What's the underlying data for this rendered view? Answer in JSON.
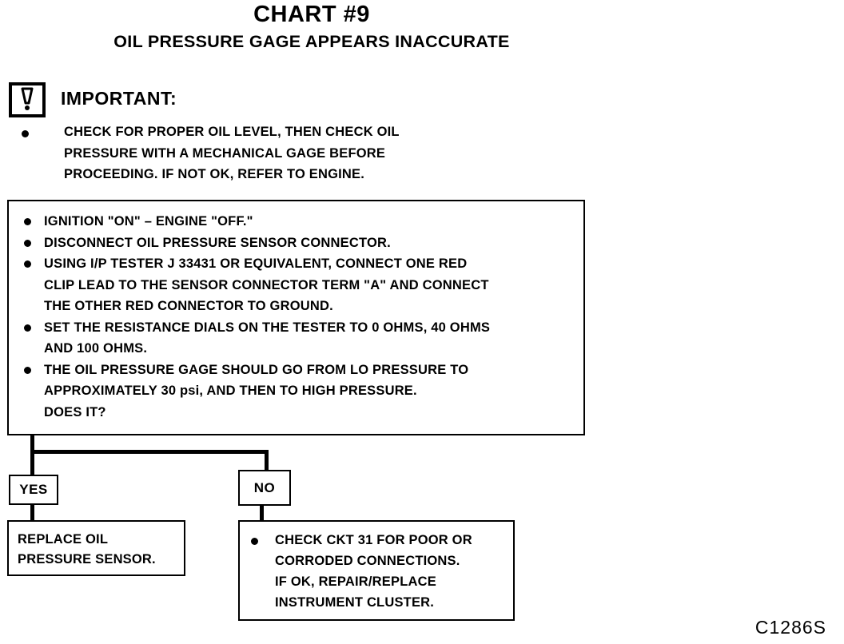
{
  "header": {
    "title": "CHART #9",
    "subtitle": "OIL PRESSURE GAGE APPEARS INACCURATE"
  },
  "important": {
    "icon": "exclamation-icon",
    "label": "IMPORTANT:",
    "lines": [
      "CHECK FOR PROPER OIL LEVEL, THEN CHECK OIL",
      "PRESSURE WITH A MECHANICAL GAGE BEFORE",
      "PROCEEDING.  IF NOT OK, REFER TO ENGINE."
    ]
  },
  "main_box": {
    "items": [
      {
        "lines": [
          "IGNITION \"ON\" – ENGINE \"OFF.\""
        ]
      },
      {
        "lines": [
          "DISCONNECT OIL PRESSURE SENSOR CONNECTOR."
        ]
      },
      {
        "lines": [
          "USING I/P TESTER J 33431 OR EQUIVALENT, CONNECT ONE RED",
          "CLIP LEAD TO THE SENSOR CONNECTOR TERM \"A\" AND CONNECT",
          "THE OTHER RED CONNECTOR TO GROUND."
        ]
      },
      {
        "lines": [
          "SET THE RESISTANCE DIALS ON THE TESTER TO 0 OHMS, 40 OHMS",
          "AND 100 OHMS."
        ]
      },
      {
        "lines": [
          "THE OIL PRESSURE GAGE SHOULD GO FROM LO PRESSURE TO",
          "APPROXIMATELY 30 psi, AND THEN TO HIGH PRESSURE.",
          "DOES IT?"
        ]
      }
    ]
  },
  "branches": {
    "yes": {
      "label": "YES",
      "result_lines": [
        "REPLACE OIL",
        "PRESSURE SENSOR."
      ]
    },
    "no": {
      "label": "NO",
      "result_lines": [
        "CHECK CKT 31 FOR POOR OR",
        "CORRODED CONNECTIONS.",
        "IF OK, REPAIR/REPLACE",
        "INSTRUMENT CLUSTER."
      ]
    }
  },
  "figure_code": "C1286S"
}
